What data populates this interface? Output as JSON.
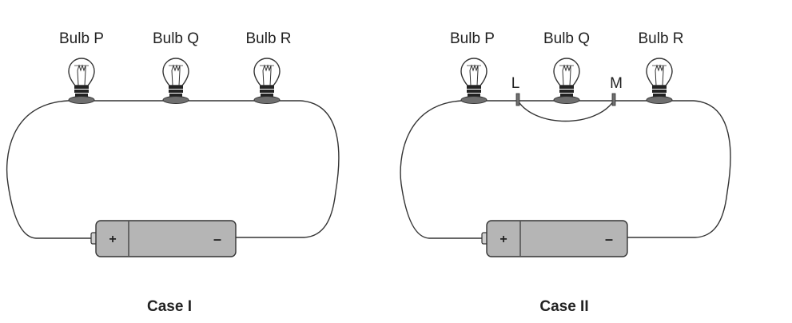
{
  "case1": {
    "caption": "Case I",
    "bulbs": [
      {
        "label": "Bulb P"
      },
      {
        "label": "Bulb Q"
      },
      {
        "label": "Bulb R"
      }
    ],
    "battery": {
      "plus": "+",
      "minus": "–"
    }
  },
  "case2": {
    "caption": "Case II",
    "bulbs": [
      {
        "label": "Bulb P"
      },
      {
        "label": "Bulb Q"
      },
      {
        "label": "Bulb R"
      }
    ],
    "battery": {
      "plus": "+",
      "minus": "–"
    },
    "points": {
      "left": "L",
      "right": "M"
    }
  },
  "colors": {
    "wire": "#333333",
    "battery_fill": "#b5b5b5",
    "battery_cap": "#d0d0d0",
    "bulb_base": "#6f6f6f",
    "text": "#222222"
  }
}
